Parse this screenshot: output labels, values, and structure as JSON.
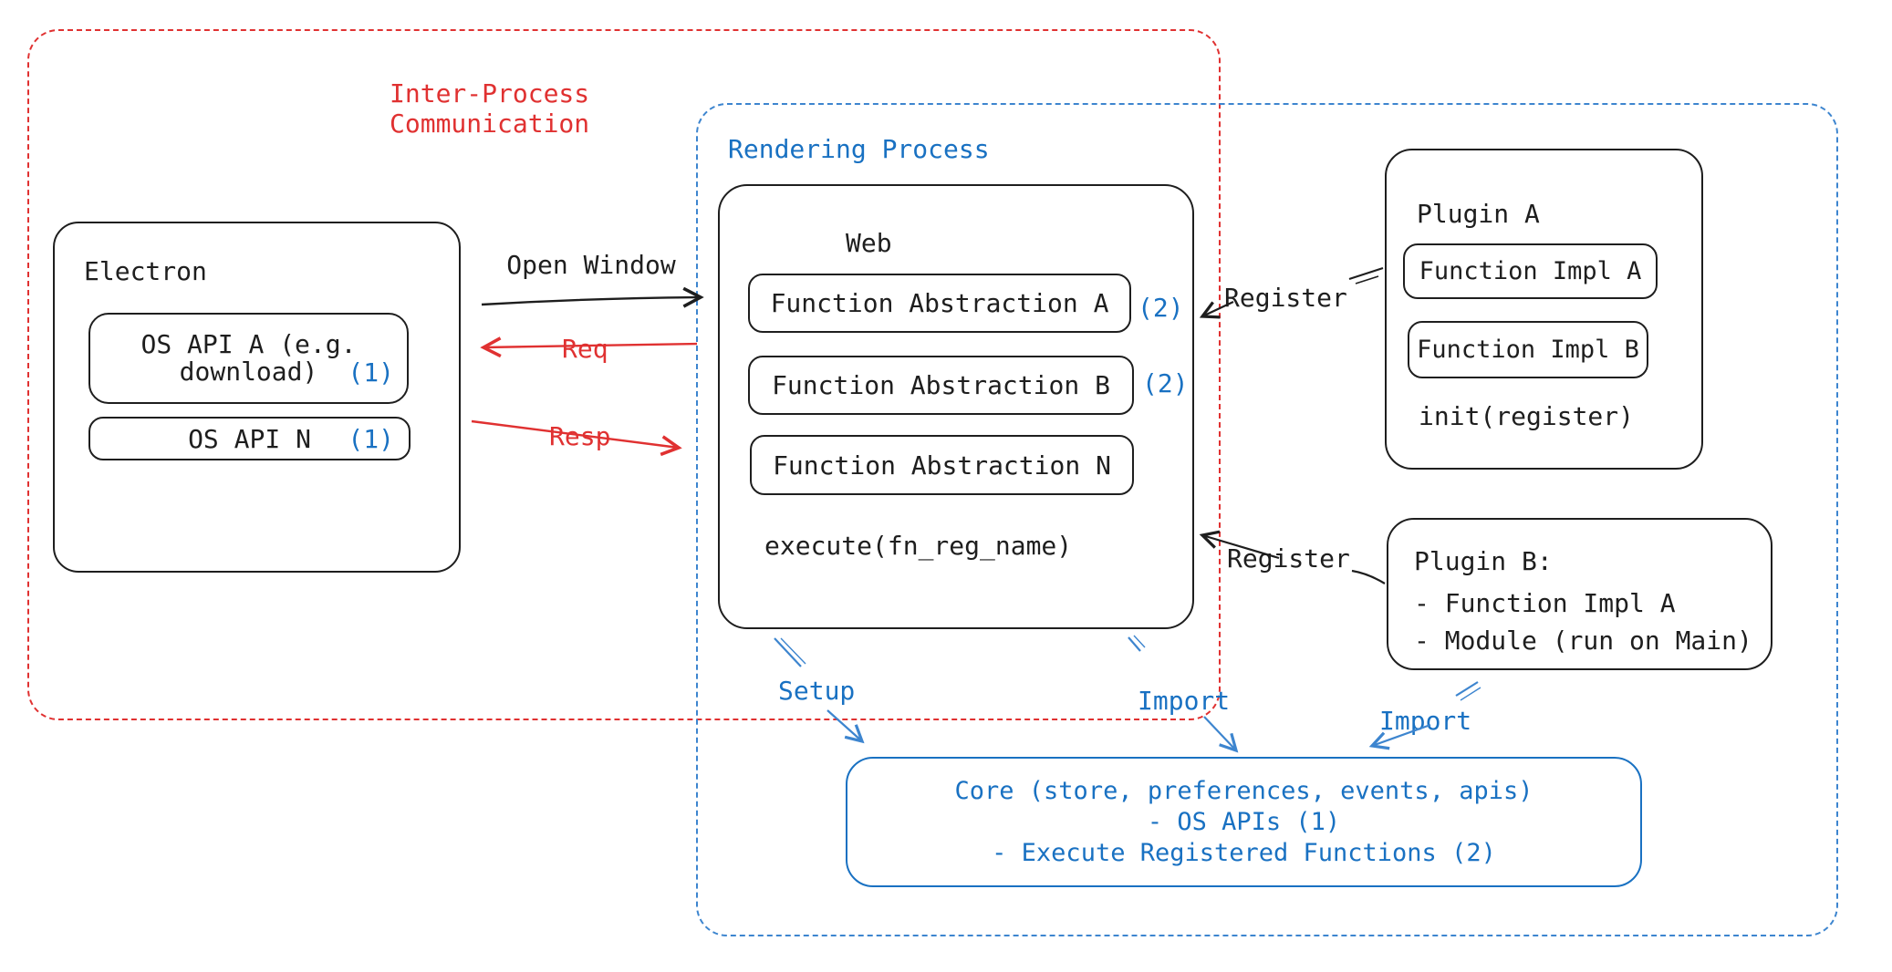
{
  "colors": {
    "red": "#e03131",
    "blue": "#1971c2",
    "dash_blue": "#3d85cf",
    "black": "#1e1e1e"
  },
  "ipc_region": {
    "title_line1": "Inter-Process",
    "title_line2": "Communication"
  },
  "rendering_region": {
    "title": "Rendering Process"
  },
  "electron": {
    "title": "Electron",
    "os_api_a": {
      "line1": "OS API A (e.g.",
      "line2": "download)",
      "badge": "(1)"
    },
    "os_api_n": {
      "label": "OS API N",
      "badge": "(1)"
    }
  },
  "web": {
    "title": "Web",
    "items": [
      {
        "label": "Function Abstraction A",
        "badge": "(2)"
      },
      {
        "label": "Function Abstraction B",
        "badge": "(2)"
      },
      {
        "label": "Function Abstraction N",
        "badge": ""
      }
    ],
    "footer": "execute(fn_reg_name)"
  },
  "plugin_a": {
    "title": "Plugin A",
    "items": [
      "Function Impl A",
      "Function Impl B"
    ],
    "footer": "init(register)"
  },
  "plugin_b": {
    "title": "Plugin B:",
    "lines": [
      "- Function Impl A",
      "- Module (run on Main)"
    ]
  },
  "core": {
    "lines": [
      "Core (store, preferences, events, apis)",
      "- OS APIs (1)",
      "- Execute Registered Functions (2)"
    ]
  },
  "arrows": {
    "open_window": "Open Window",
    "req": "Req",
    "resp": "Resp",
    "register_top": "Register",
    "register_bottom": "Register",
    "setup": "Setup",
    "import_mid": "Import",
    "import_right": "Import"
  }
}
